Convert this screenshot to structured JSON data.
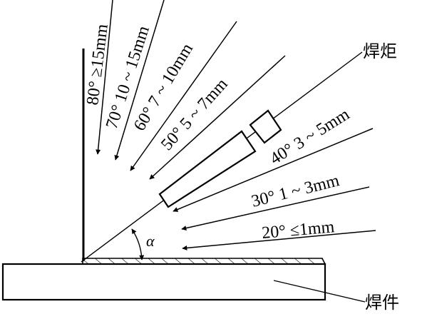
{
  "labels": {
    "torch": "焊炬",
    "workpiece": "焊件",
    "angle_symbol": "α"
  },
  "angle_rules": [
    {
      "text": "80° ≥15mm",
      "angle_deg": 80,
      "thickness": "≥15mm"
    },
    {
      "text": "70° 10 ~ 15mm",
      "angle_deg": 70,
      "thickness": "10 ~ 15mm"
    },
    {
      "text": "60° 7 ~ 10mm",
      "angle_deg": 60,
      "thickness": "7 ~ 10mm"
    },
    {
      "text": "50° 5 ~ 7mm",
      "angle_deg": 50,
      "thickness": "5 ~ 7mm"
    },
    {
      "text": "40° 3 ~ 5mm",
      "angle_deg": 40,
      "thickness": "3 ~ 5mm"
    },
    {
      "text": "30°  1 ~ 3mm",
      "angle_deg": 30,
      "thickness": "1 ~ 3mm"
    },
    {
      "text": "20° ≤1mm",
      "angle_deg": 20,
      "thickness": "≤1mm"
    }
  ],
  "colors": {
    "ink": "#000000",
    "background": "#ffffff"
  }
}
